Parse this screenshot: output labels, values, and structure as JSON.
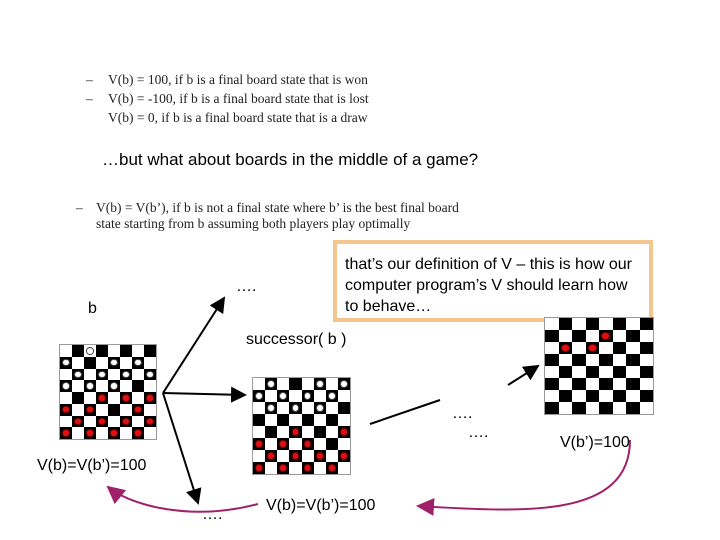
{
  "rules": [
    {
      "dash": "–",
      "text": "V(b) = 100, if b is a final board state that is won"
    },
    {
      "dash": "–",
      "text": "V(b) = -100, if b is a final board state that is lost"
    },
    {
      "dash": "",
      "text": "V(b) = 0, if b is a final board state that is a draw"
    }
  ],
  "question": "…but what about boards in the middle of a game?",
  "definition": {
    "dash": "–",
    "line1": "V(b) = V(b’), if b is not a final state where b’ is the best final board",
    "line2": "state starting from b assuming both players play optimally"
  },
  "callout": "that’s our definition of V – this is how our computer program’s V should learn how to behave…",
  "labels": {
    "b": "b",
    "dots_top": "….",
    "successor": "successor( b )",
    "dots_mid_1": "….",
    "dots_mid_2": "….",
    "dots_bottom": "….",
    "vb_left": "V(b)=V(b’)=100",
    "vb_center": "V(b)=V(b’)=100",
    "vb_right": "V(b’)=100"
  },
  "colors": {
    "red_piece": "#e01010",
    "arrow_curve": "#a0206a",
    "callout_border": "#f3c58f"
  },
  "boards": {
    "left": [
      "..w.....",
      "w...w.w.",
      ".w.w.w.w",
      "w.w.w...",
      "...r.r.r",
      "r.r...r.",
      ".r.r.r.r",
      "r.r.r.r."
    ],
    "center": [
      ".w...w.w",
      "w.w.w.w.",
      ".w.w.w..",
      "........",
      "...r...r",
      "r.r.r...",
      ".r.r.r.r",
      "r.r.r.r."
    ],
    "right": [
      "........",
      "....r...",
      ".r.r....",
      "........",
      "........",
      "........",
      "........",
      "........"
    ]
  }
}
